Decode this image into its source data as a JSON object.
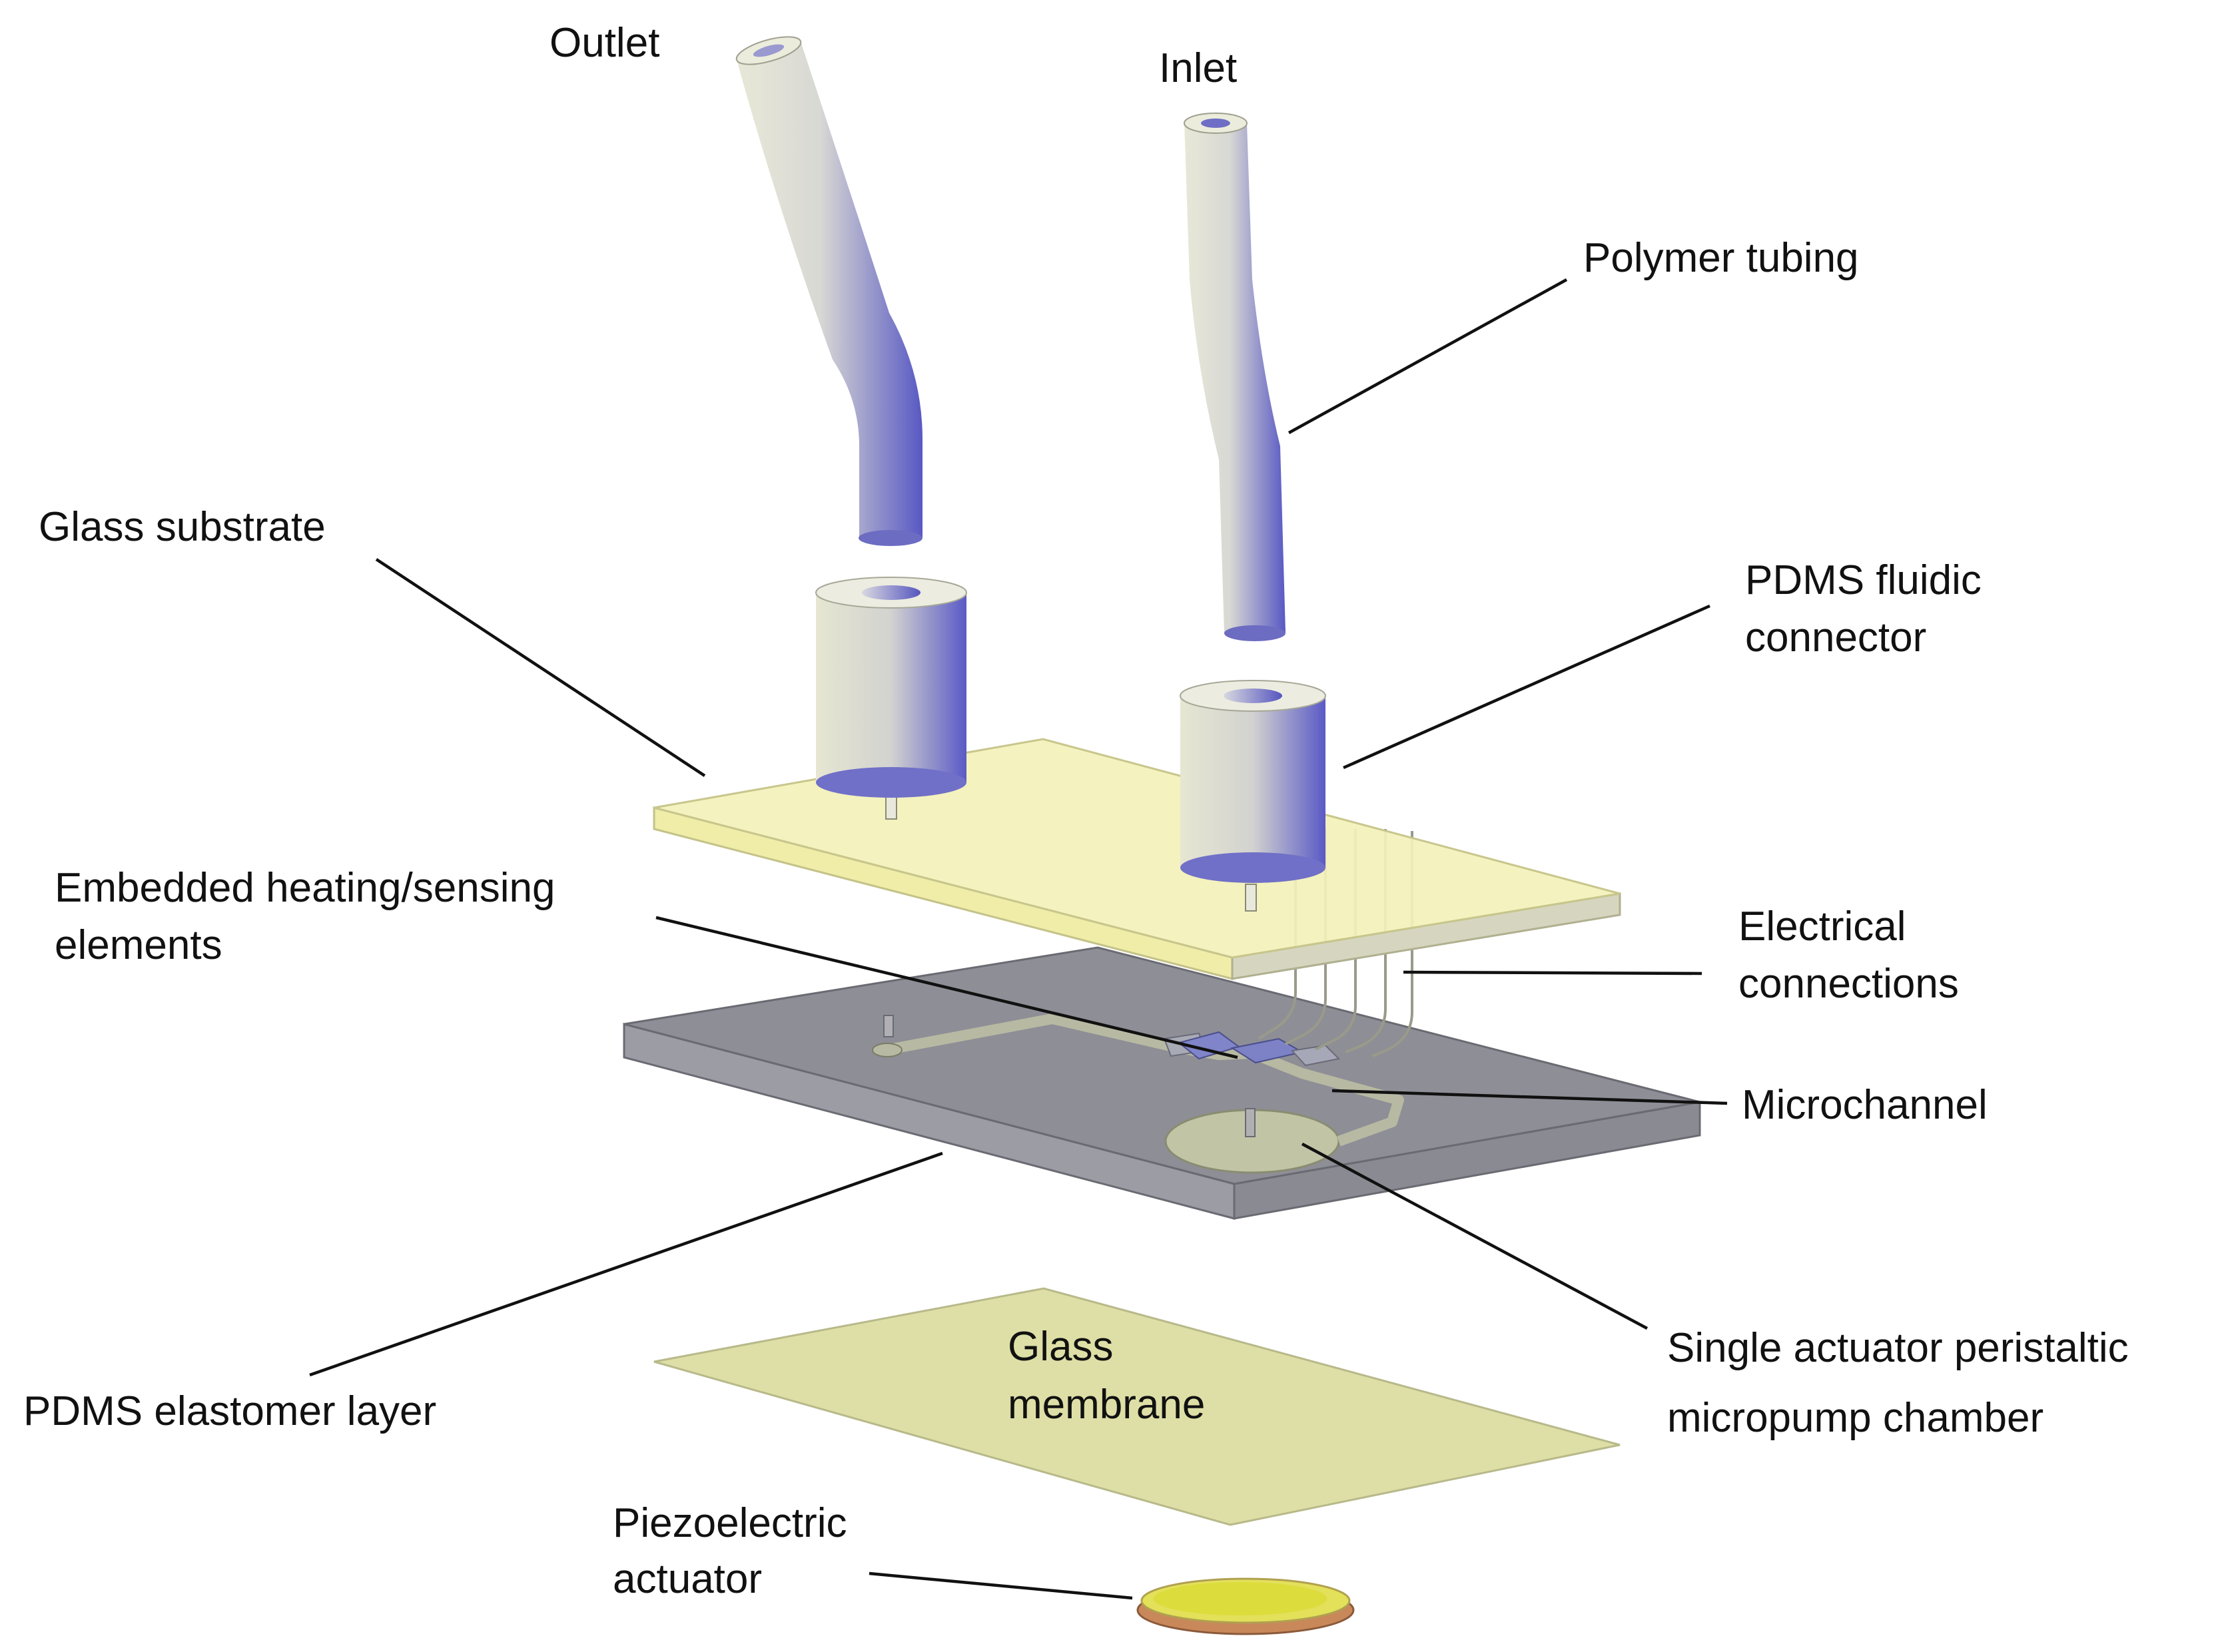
{
  "labels": {
    "outlet": "Outlet",
    "inlet": "Inlet",
    "polymer_tubing": "Polymer tubing",
    "glass_substrate": "Glass substrate",
    "pdms_connector_line1": "PDMS fluidic",
    "pdms_connector_line2": "connector",
    "embedded_line1": "Embedded heating/sensing",
    "embedded_line2": "elements",
    "electrical_line1": "Electrical",
    "electrical_line2": "connections",
    "microchannel": "Microchannel",
    "pdms_elastomer": "PDMS elastomer layer",
    "pump_line1": "Single actuator peristaltic",
    "pump_line2": "micropump chamber",
    "glass_membrane_line1": "Glass",
    "glass_membrane_line2": "membrane",
    "piezo_line1": "Piezoelectric",
    "piezo_line2": "actuator"
  },
  "colors": {
    "glass": "#f3f1b8",
    "glass_edge": "#d6d496",
    "pdms_layer": "#8e8e96",
    "pdms_layer_side": "#a3a3aa",
    "tube_light": "#e6e6d6",
    "tube_dark": "#5c5cc4",
    "membrane": "#dedfa6",
    "piezo_top": "#dcdc3c",
    "piezo_rim": "#c88a5a"
  }
}
